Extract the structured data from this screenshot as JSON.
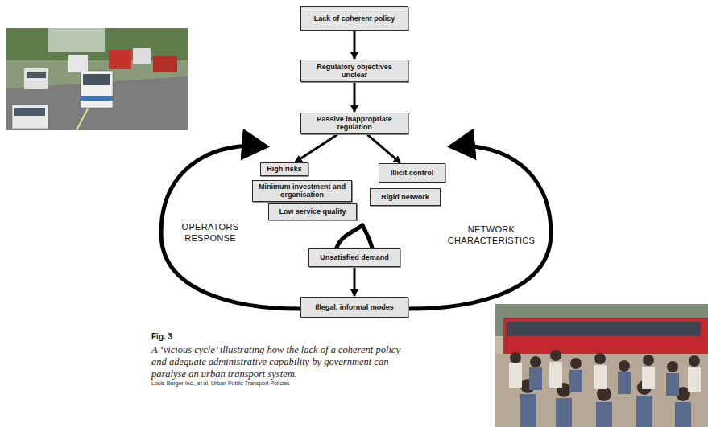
{
  "diagram": {
    "caption": "A ‘vicious cycle’ illustrating how the lack of a coherent policy and adequate administrative capability by government can paralyse an urban transport system.",
    "nodes": [
      {
        "text": [
          "Lack of coherent policy"
        ]
      },
      {
        "text": [
          "Regulatory objectives unclear"
        ]
      },
      {
        "text": [
          "Passive inappropriate regulation"
        ]
      },
      {
        "text": [
          "High risks"
        ]
      },
      {
        "text": [
          "Minimum investment and organisation"
        ]
      },
      {
        "text": [
          "Low service quality"
        ]
      },
      {
        "text": [
          "Illicit control"
        ]
      },
      {
        "text": [
          "Rigid network"
        ]
      },
      {
        "text": [
          "Unsatisfied demand"
        ]
      },
      {
        "text": [
          "Illegal, informal modes"
        ]
      }
    ],
    "edges": [
      {
        "from": 0,
        "to": 1,
        "arrow": "to"
      },
      {
        "from": 1,
        "to": 2,
        "arrow": "to"
      },
      {
        "from": 2,
        "to": 3,
        "arrow": "to"
      },
      {
        "from": 2,
        "to": 6,
        "arrow": "to"
      },
      {
        "from": 8,
        "to": 9,
        "arrow": "to"
      }
    ],
    "labels": [
      "OPERATORS RESPONSE",
      "NETWORK CHARACTERISTICS",
      "Fig. 3",
      "Louis Berger Inc., et al, Urban Public Transport Policies"
    ]
  }
}
